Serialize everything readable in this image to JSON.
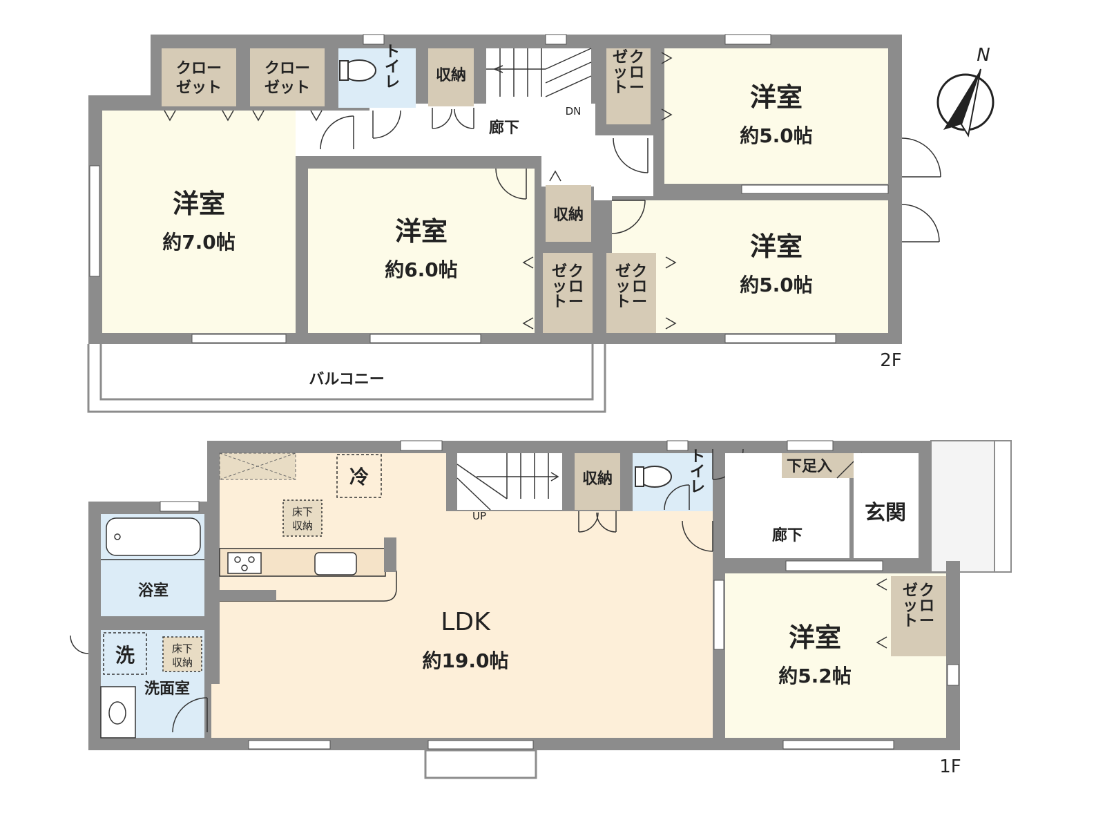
{
  "colors": {
    "wall": "#8c8c8c",
    "room": "#fdfbe8",
    "ldk": "#fdefd9",
    "wet": "#dcecf7",
    "storage": "#d6cbb6",
    "corridor": "#ffffff",
    "line": "#333333"
  },
  "floor2": {
    "label": "2F",
    "rooms": [
      {
        "id": "w7",
        "name": "洋室",
        "size": "約7.0帖"
      },
      {
        "id": "w6",
        "name": "洋室",
        "size": "約6.0帖"
      },
      {
        "id": "w5a",
        "name": "洋室",
        "size": "約5.0帖"
      },
      {
        "id": "w5b",
        "name": "洋室",
        "size": "約5.0帖"
      }
    ],
    "closet1": "クロー\nゼット",
    "closet2": "クロー\nゼット",
    "toilet": "トイレ",
    "storage1": "収納",
    "storage2": "収納",
    "closet_v1": "クローゼット",
    "closet_v2": "クローゼット",
    "closet_v3": "クローゼット",
    "corridor": "廊下",
    "dn": "DN",
    "balcony": "バルコニー"
  },
  "floor1": {
    "label": "1F",
    "ldk_name": "LDK",
    "ldk_size": "約19.0帖",
    "fridge": "冷",
    "underfloor1": "床下\n収納",
    "underfloor2": "床下\n収納",
    "storage": "収納",
    "toilet": "トイレ",
    "shoe": "下足入",
    "entrance": "玄関",
    "corridor": "廊下",
    "up": "UP",
    "bath": "浴室",
    "washer": "洗",
    "washroom": "洗面室",
    "room_name": "洋室",
    "room_size": "約5.2帖",
    "closet": "クローゼット"
  },
  "compass": {
    "label": "N"
  }
}
